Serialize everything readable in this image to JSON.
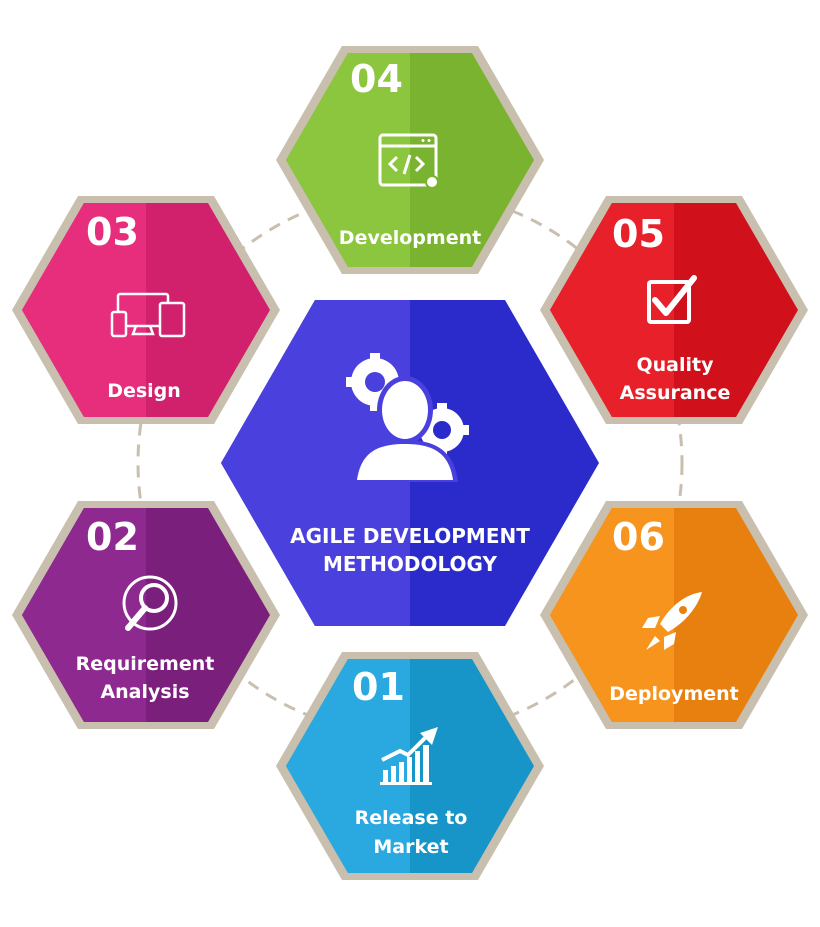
{
  "center": {
    "title_line1": "AGILE DEVELOPMENT",
    "title_line2": "METHODOLOGY",
    "icon": "team-gears-icon"
  },
  "stages": [
    {
      "key": "release",
      "number": "01",
      "label_line1": "Release to",
      "label_line2": "Market",
      "icon": "growth-chart-icon",
      "color_light": "#2aa8e0",
      "color_dark": "#1795c8"
    },
    {
      "key": "requirement",
      "number": "02",
      "label_line1": "Requirement",
      "label_line2": "Analysis",
      "icon": "magnifier-icon",
      "color_light": "#8e2a8f",
      "color_dark": "#7a1f7c"
    },
    {
      "key": "design",
      "number": "03",
      "label_line1": "Design",
      "label_line2": "",
      "icon": "devices-icon",
      "color_light": "#e62e7d",
      "color_dark": "#d1206c"
    },
    {
      "key": "development",
      "number": "04",
      "label_line1": "Development",
      "label_line2": "",
      "icon": "code-window-icon",
      "color_light": "#8cc63f",
      "color_dark": "#7ab32f"
    },
    {
      "key": "quality",
      "number": "05",
      "label_line1": "Quality",
      "label_line2": "Assurance",
      "icon": "checkbox-icon",
      "color_light": "#e8202a",
      "color_dark": "#d0111c"
    },
    {
      "key": "deployment",
      "number": "06",
      "label_line1": "Deployment",
      "label_line2": "",
      "icon": "rocket-icon",
      "color_light": "#f7941d",
      "color_dark": "#e8800f"
    }
  ],
  "colors": {
    "border": "#c9bfae",
    "dashes": "#c9bfae",
    "center_light": "#4a40dd",
    "center_dark": "#2b2bcc"
  }
}
